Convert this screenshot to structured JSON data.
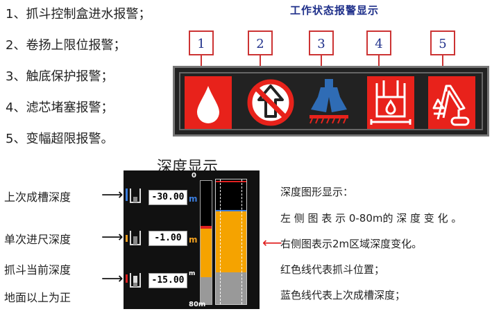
{
  "alarm_list": [
    "1、抓斗控制盒进水报警；",
    "2、卷扬上限位报警；",
    "3、触底保护报警；",
    "4、滤芯堵塞报警；",
    "5、变幅超限报警。"
  ],
  "panel": {
    "title": "工作状态报警显示",
    "numbers": [
      "1",
      "2",
      "3",
      "4",
      "5"
    ],
    "icons": [
      "water-drop-icon",
      "no-up-arrow-icon",
      "grab-bucket-icon",
      "filter-tank-icon",
      "boom-angle-icon"
    ],
    "alarm_color": "#e8221b"
  },
  "depth": {
    "title": "深度显示",
    "left_labels": [
      "上次成槽深度",
      "单次进尺深度",
      "抓斗当前深度",
      "地面以上为正"
    ],
    "readouts": [
      {
        "value": "-30.00",
        "unit": "m",
        "unit_color": "#3b7ddd"
      },
      {
        "value": "-1.00",
        "unit": "m",
        "unit_color": "#f0a020"
      },
      {
        "value": "-15.00",
        "unit": "m",
        "unit_color": "#ffffff"
      }
    ],
    "scale_top": "0",
    "scale_bottom": "80m",
    "right_text": [
      "深度图形显示：",
      "左 侧 图 表 示 0-80m的 深 度 变 化 。",
      "右侧图表示2m区域深度变化。",
      "红色线代表抓斗位置；",
      "蓝色线代表上次成槽深度；"
    ],
    "colors": {
      "fill": "#f5a300",
      "ground": "#999999",
      "empty": "#000000",
      "red": "#e02020",
      "blue": "#3b7ddd"
    }
  }
}
